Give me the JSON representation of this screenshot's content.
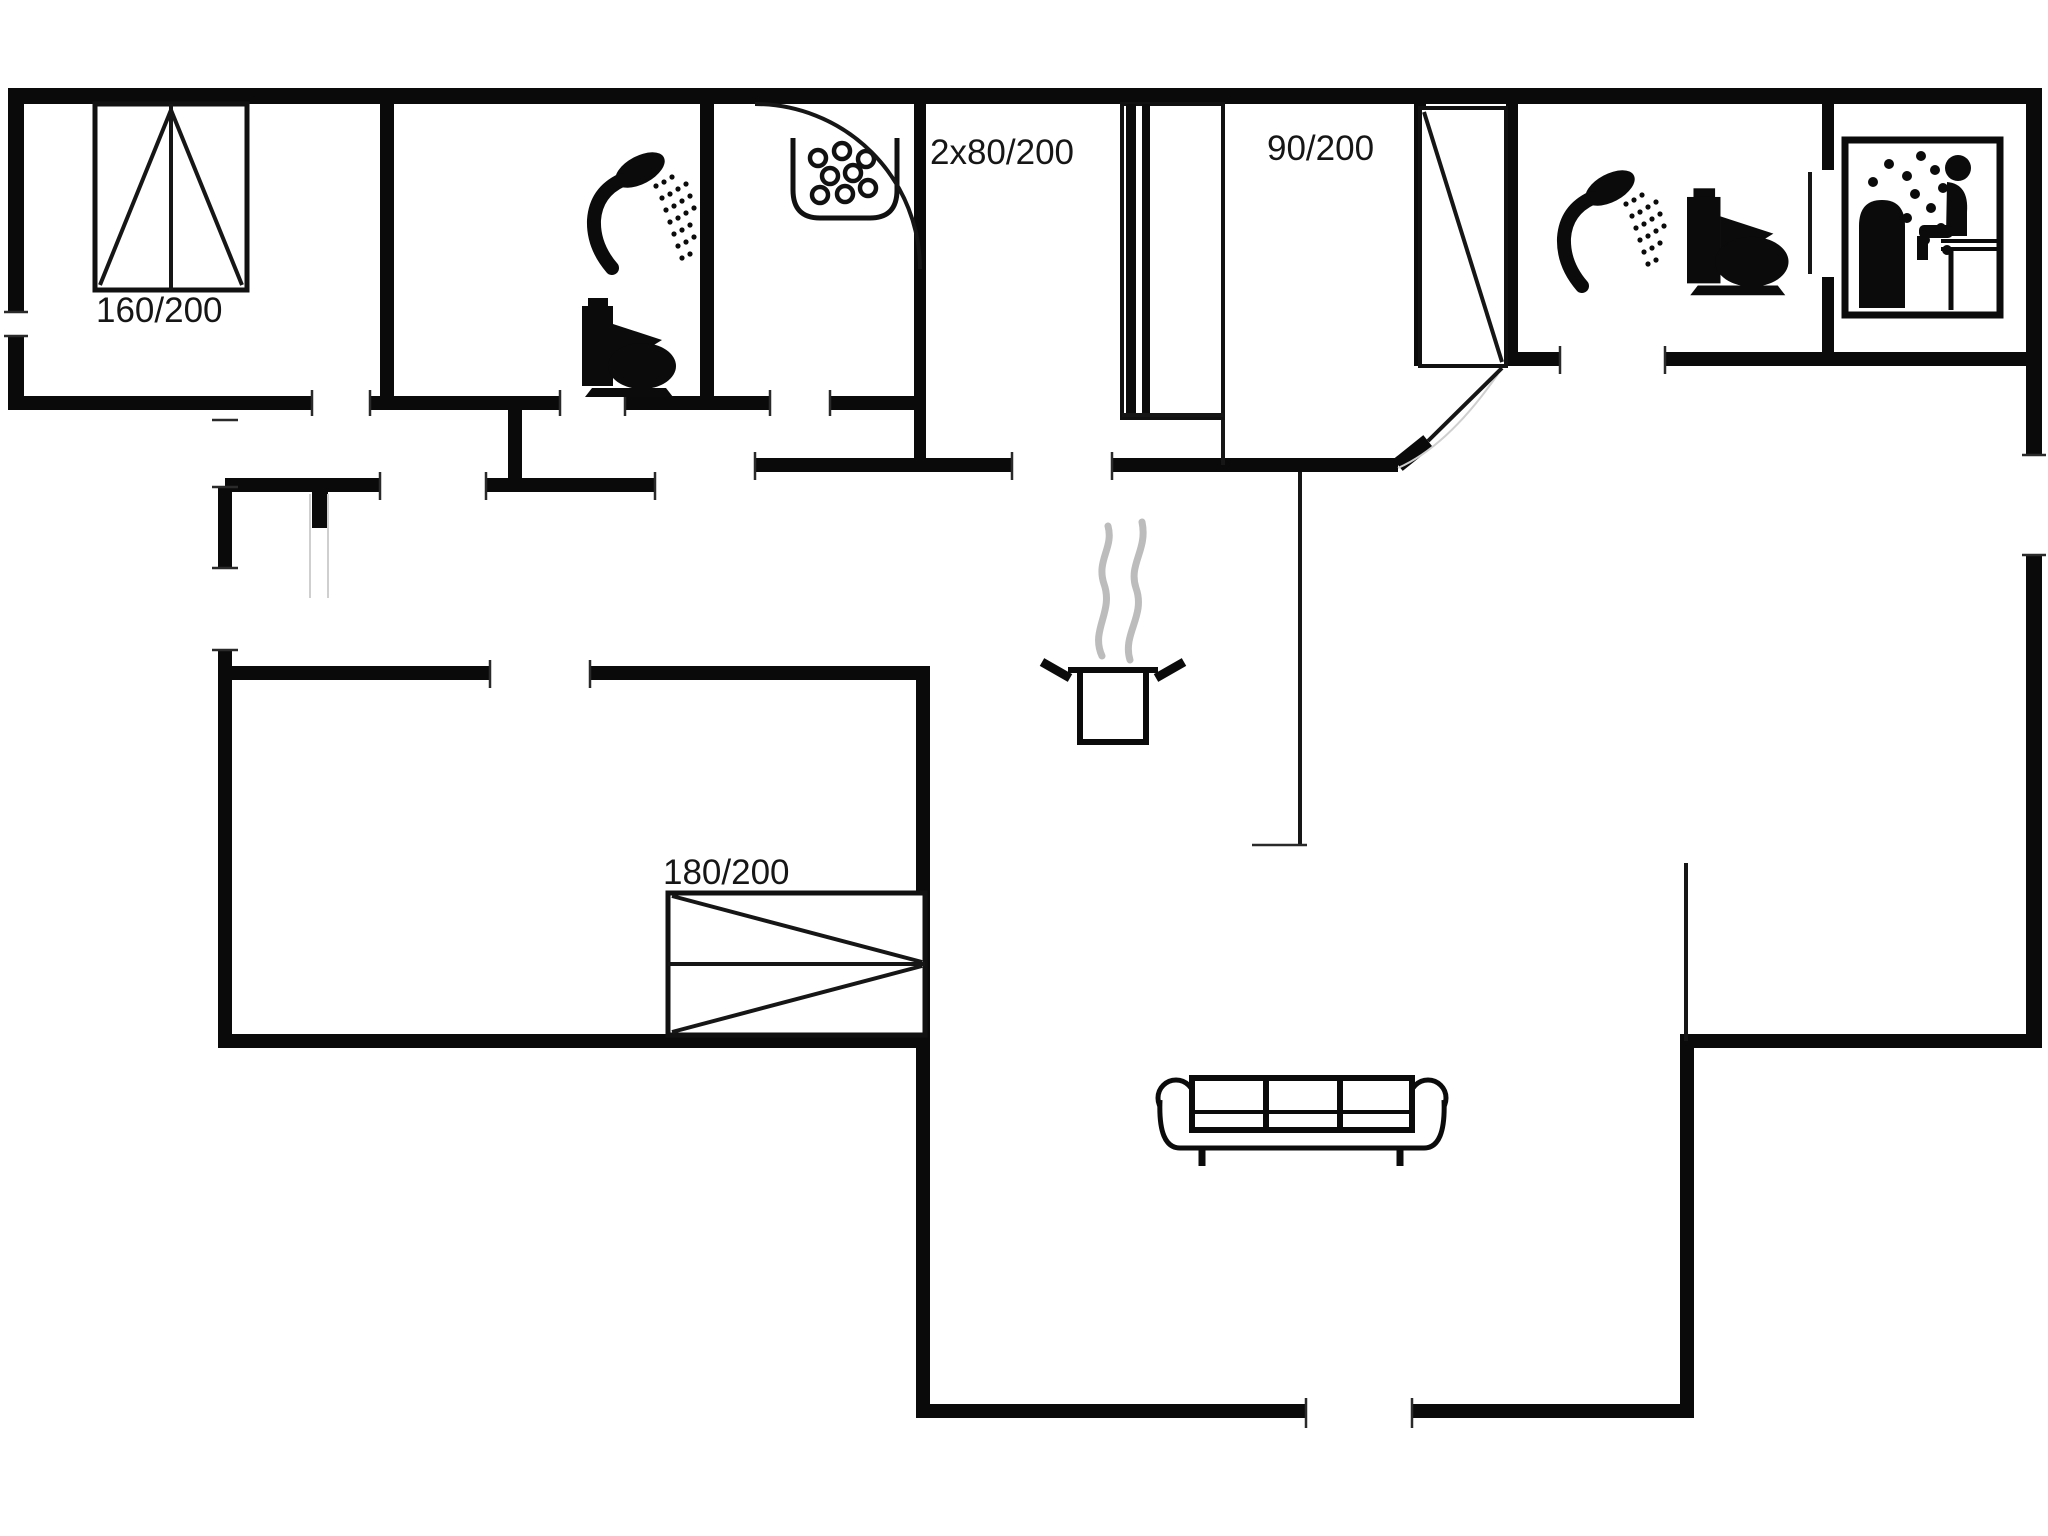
{
  "floorplan": {
    "type": "holiday-house floor plan, top view, black line drawing on white",
    "colors": {
      "walls": "#0a0a0a",
      "background": "#ffffff",
      "steam": "#b8b8b8",
      "label_text": "#161616"
    },
    "beds": {
      "double_160": {
        "label": "160/200",
        "type": "double bed, top-left bedroom"
      },
      "bunk_2x80": {
        "label": "2x80/200",
        "type": "bunk bed in hallway"
      },
      "single_90": {
        "label": "90/200",
        "type": "single bed, small middle bedroom"
      },
      "double_180": {
        "label": "180/200",
        "type": "double bed, lower-left bedroom"
      }
    },
    "fixtures": [
      "shower (bathroom 1)",
      "toilet (bathroom 1)",
      "washbasin with round curtain wall (bathroom 1)",
      "shower (bathroom 2)",
      "toilet (bathroom 2)",
      "sauna with stove and sitting person (top-right room)",
      "cooking pot with steam (kitchen)",
      "three-seat sofa (living room)"
    ]
  }
}
